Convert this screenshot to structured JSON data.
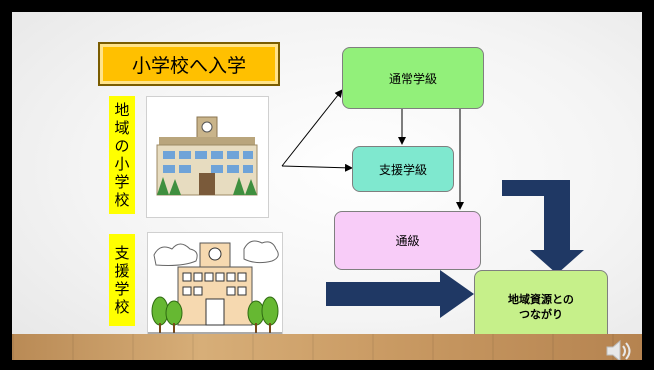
{
  "title": "小学校へ入学",
  "left_labels": {
    "local_school": [
      "地",
      "域",
      "の",
      "小",
      "学",
      "校"
    ],
    "support_school": [
      "支",
      "援",
      "学",
      "校"
    ]
  },
  "nodes": {
    "regular_class": "通常学級",
    "support_class": "支援学級",
    "resource_room": "通級",
    "community": [
      "地域資源との",
      "つながり"
    ]
  },
  "icons": {
    "school_building_1": "school-illustration",
    "school_building_2": "school-illustration",
    "audio": "speaker-icon"
  },
  "colors": {
    "title_bg": "#ffc000",
    "label_bg": "#ffff00",
    "regular_class": "#92f07a",
    "support_class": "#7fe8cf",
    "resource_room": "#f8ccf8",
    "community": "#c6f08a",
    "big_arrow": "#1f3864"
  }
}
